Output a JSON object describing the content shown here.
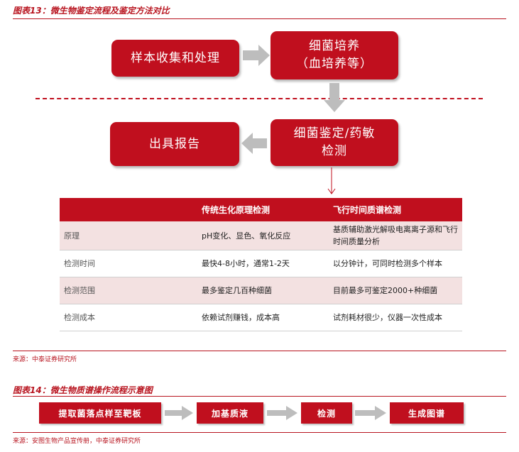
{
  "figure13": {
    "title": "图表13：微生物鉴定流程及鉴定方法对比",
    "boxes": {
      "collect": "样本收集和处理",
      "culture_line1": "细菌培养",
      "culture_line2": "（血培养等）",
      "identify_line1": "细菌鉴定/药敏",
      "identify_line2": "检测",
      "report": "出具报告"
    },
    "table": {
      "headers": [
        "",
        "传统生化原理检测",
        "飞行时间质谱检测"
      ],
      "rows": [
        [
          "原理",
          "pH变化、显色、氧化反应",
          "基质辅助激光解吸电离离子源和飞行时间质量分析"
        ],
        [
          "检测时间",
          "最快4-8小时，通常1-2天",
          "以分钟计，可同时检测多个样本"
        ],
        [
          "检测范围",
          "最多鉴定几百种细菌",
          "目前最多可鉴定2000+种细菌"
        ],
        [
          "检测成本",
          "依赖试剂赚钱，成本高",
          "试剂耗材很少，仪器一次性成本"
        ]
      ]
    },
    "source": "来源：中泰证券研究所"
  },
  "figure14": {
    "title": "图表14：微生物质谱操作流程示意图",
    "steps": [
      "提取菌落点样至靶板",
      "加基质液",
      "检测",
      "生成图谱"
    ],
    "source": "来源：安图生物产品宣传册，中泰证券研究所"
  },
  "colors": {
    "accent": "#c00f1e",
    "row_tint": "#f3e1e1",
    "arrow": "#bdbdbd"
  }
}
